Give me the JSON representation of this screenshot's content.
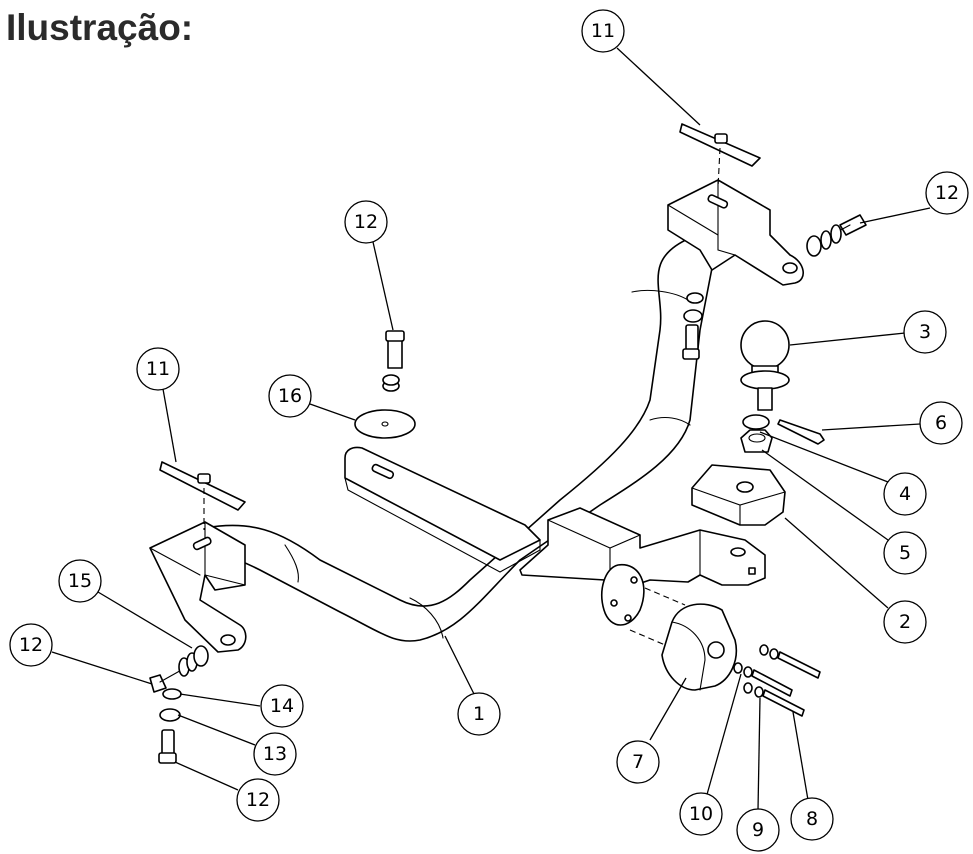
{
  "title": "Ilustração:",
  "callouts": [
    {
      "id": "c11-top",
      "label": "11"
    },
    {
      "id": "c12-right",
      "label": "12"
    },
    {
      "id": "c12-mid",
      "label": "12"
    },
    {
      "id": "c3",
      "label": "3"
    },
    {
      "id": "c6",
      "label": "6"
    },
    {
      "id": "c16",
      "label": "16"
    },
    {
      "id": "c11-left",
      "label": "11"
    },
    {
      "id": "c4",
      "label": "4"
    },
    {
      "id": "c5",
      "label": "5"
    },
    {
      "id": "c2",
      "label": "2"
    },
    {
      "id": "c15",
      "label": "15"
    },
    {
      "id": "c12-left",
      "label": "12"
    },
    {
      "id": "c14",
      "label": "14"
    },
    {
      "id": "c1",
      "label": "1"
    },
    {
      "id": "c7",
      "label": "7"
    },
    {
      "id": "c13",
      "label": "13"
    },
    {
      "id": "c12-bottom",
      "label": "12"
    },
    {
      "id": "c10",
      "label": "10"
    },
    {
      "id": "c8",
      "label": "8"
    },
    {
      "id": "c9",
      "label": "9"
    }
  ]
}
